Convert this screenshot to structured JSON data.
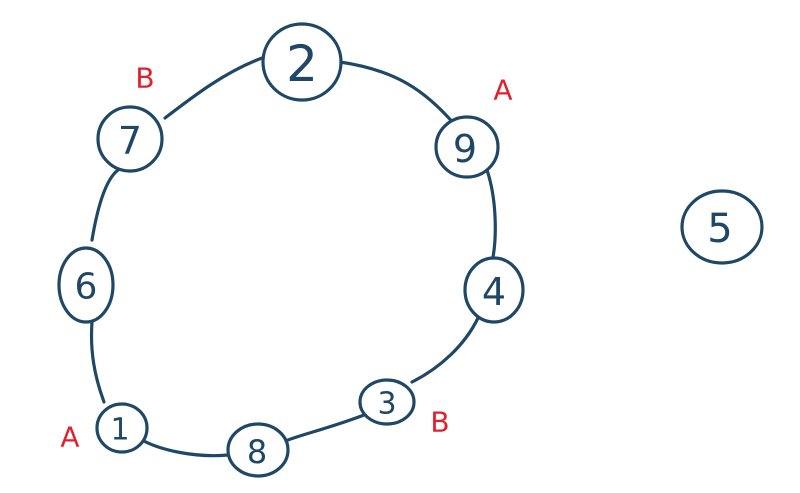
{
  "nodes": [
    {
      "id": "2",
      "label": "2"
    },
    {
      "id": "9",
      "label": "9"
    },
    {
      "id": "4",
      "label": "4"
    },
    {
      "id": "3",
      "label": "3"
    },
    {
      "id": "8",
      "label": "8"
    },
    {
      "id": "1",
      "label": "1"
    },
    {
      "id": "6",
      "label": "6"
    },
    {
      "id": "7",
      "label": "7"
    },
    {
      "id": "5",
      "label": "5"
    }
  ],
  "edges": [
    [
      "2",
      "9"
    ],
    [
      "9",
      "4"
    ],
    [
      "4",
      "3"
    ],
    [
      "3",
      "8"
    ],
    [
      "8",
      "1"
    ],
    [
      "1",
      "6"
    ],
    [
      "6",
      "7"
    ],
    [
      "7",
      "2"
    ]
  ],
  "marks": [
    {
      "label": "B",
      "near": "7"
    },
    {
      "label": "A",
      "near": "9"
    },
    {
      "label": "B",
      "near": "3"
    },
    {
      "label": "A",
      "near": "1"
    }
  ],
  "colors": {
    "stroke": "#1f4866",
    "mark": "#e0202a"
  }
}
